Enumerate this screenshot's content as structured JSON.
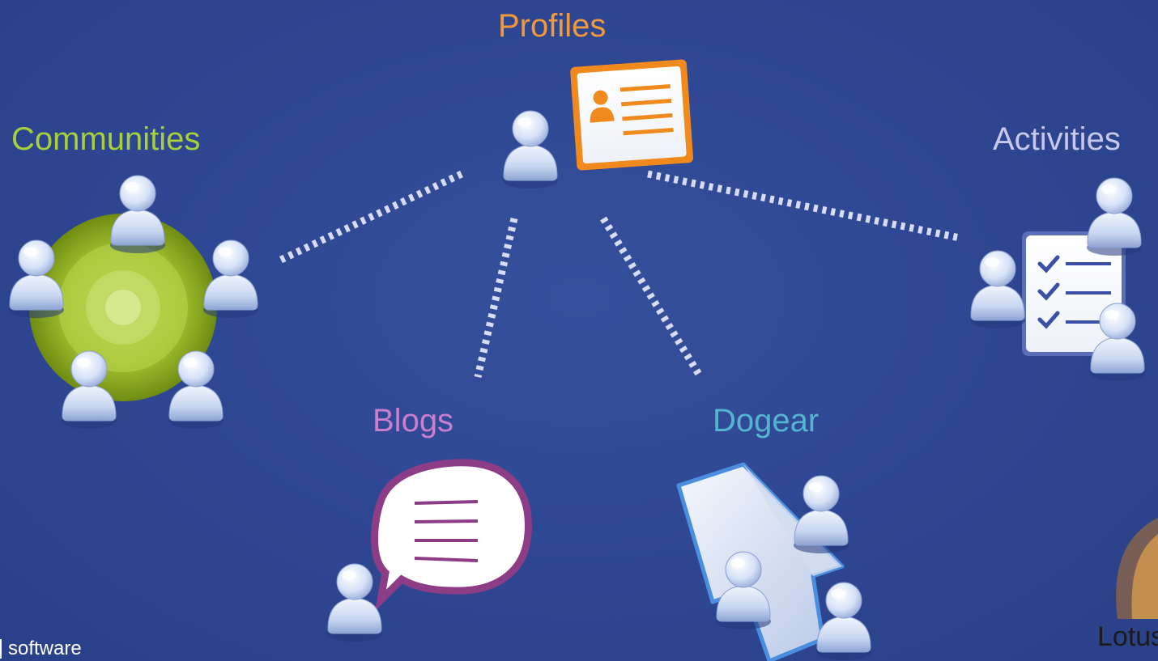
{
  "nodes": {
    "profiles": {
      "label": "Profiles",
      "color": "#f29a3a"
    },
    "communities": {
      "label": "Communities",
      "color": "#a8cf3c"
    },
    "activities": {
      "label": "Activities",
      "color": "#c8c8ee"
    },
    "blogs": {
      "label": "Blogs",
      "color": "#c77fce"
    },
    "dogear": {
      "label": "Dogear",
      "color": "#55b4cf"
    }
  },
  "connections": [
    {
      "from": "profiles",
      "to": "communities"
    },
    {
      "from": "profiles",
      "to": "blogs"
    },
    {
      "from": "profiles",
      "to": "dogear"
    },
    {
      "from": "profiles",
      "to": "activities"
    }
  ],
  "branding": {
    "left_text": "software",
    "right_text": "Lotus"
  },
  "colors": {
    "background": "#2e4691",
    "connector": "#d9dcf6",
    "person_light": "#e3ecfa",
    "person_dark": "#9db1dc",
    "card_border": "#f08a1c",
    "check_color": "#3a4fa6",
    "bubble_border": "#8c3d86",
    "bubble_lines": "#8c3d86",
    "community_outer": "#7f9f16",
    "community_inner": "#b8d34e"
  }
}
